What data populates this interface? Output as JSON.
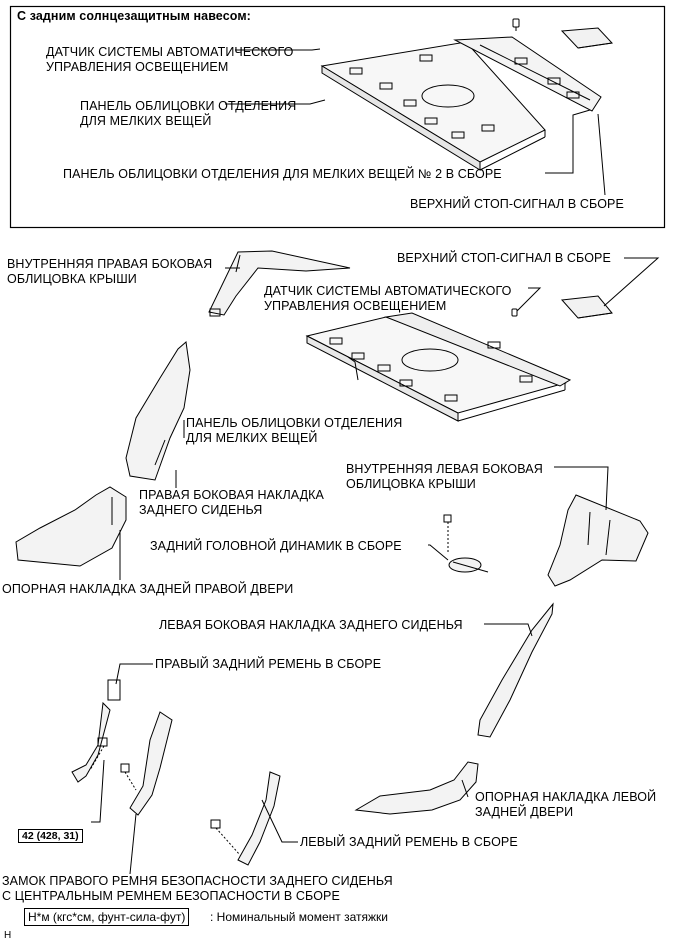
{
  "frame": {
    "title": "С задним солнцезащитным навесом:",
    "sensor": [
      "ДАТЧИК СИСТЕМЫ АВТОМАТИЧЕСКОГО",
      "УПРАВЛЕНИЯ ОСВЕЩЕНИЕМ"
    ],
    "panel": [
      "ПАНЕЛЬ ОБЛИЦОВКИ ОТДЕЛЕНИЯ",
      "ДЛЯ МЕЛКИХ ВЕЩЕЙ"
    ],
    "panel2": "ПАНЕЛЬ ОБЛИЦОВКИ ОТДЕЛЕНИЯ ДЛЯ МЕЛКИХ ВЕЩЕЙ № 2 В СБОРЕ",
    "stoplamp": "ВЕРХНИЙ СТОП-СИГНАЛ В СБОРЕ"
  },
  "main": {
    "right_roof": [
      "ВНУТРЕННЯЯ ПРАВАЯ БОКОВАЯ",
      "ОБЛИЦОВКА КРЫШИ"
    ],
    "stoplamp": "ВЕРХНИЙ СТОП-СИГНАЛ В СБОРЕ",
    "sensor": [
      "ДАТЧИК СИСТЕМЫ АВТОМАТИЧЕСКОГО",
      "УПРАВЛЕНИЯ ОСВЕЩЕНИЕМ"
    ],
    "panel": [
      "ПАНЕЛЬ ОБЛИЦОВКИ ОТДЕЛЕНИЯ",
      "ДЛЯ МЕЛКИХ ВЕЩЕЙ"
    ],
    "left_roof": [
      "ВНУТРЕННЯЯ ЛЕВАЯ БОКОВАЯ",
      "ОБЛИЦОВКА КРЫШИ"
    ],
    "right_seat_side": [
      "ПРАВАЯ БОКОВАЯ НАКЛАДКА",
      "ЗАДНЕГО СИДЕНЬЯ"
    ],
    "speaker": "ЗАДНИЙ ГОЛОВНОЙ ДИНАМИК В СБОРЕ",
    "right_scuff": "ОПОРНАЯ НАКЛАДКА ЗАДНЕЙ ПРАВОЙ ДВЕРИ",
    "left_seat_side": "ЛЕВАЯ БОКОВАЯ НАКЛАДКА ЗАДНЕГО СИДЕНЬЯ",
    "right_belt": "ПРАВЫЙ ЗАДНИЙ РЕМЕНЬ В СБОРЕ",
    "left_scuff": [
      "ОПОРНАЯ НАКЛАДКА ЛЕВОЙ",
      "ЗАДНЕЙ ДВЕРИ"
    ],
    "left_belt": "ЛЕВЫЙ ЗАДНИЙ РЕМЕНЬ В СБОРЕ",
    "buckle": [
      "ЗАМОК ПРАВОГО РЕМНЯ БЕЗОПАСНОСТИ ЗАДНЕГО СИДЕНЬЯ",
      "С ЦЕНТРАЛЬНЫМ РЕМНЕМ БЕЗОПАСНОСТИ В СБОРЕ"
    ],
    "torque": "42 (428, 31)"
  },
  "legend": {
    "unit": "Н*м (кгс*см, фунт-сила-фут)",
    "text": ": Номинальный момент затяжки"
  },
  "corner_mark": "H"
}
